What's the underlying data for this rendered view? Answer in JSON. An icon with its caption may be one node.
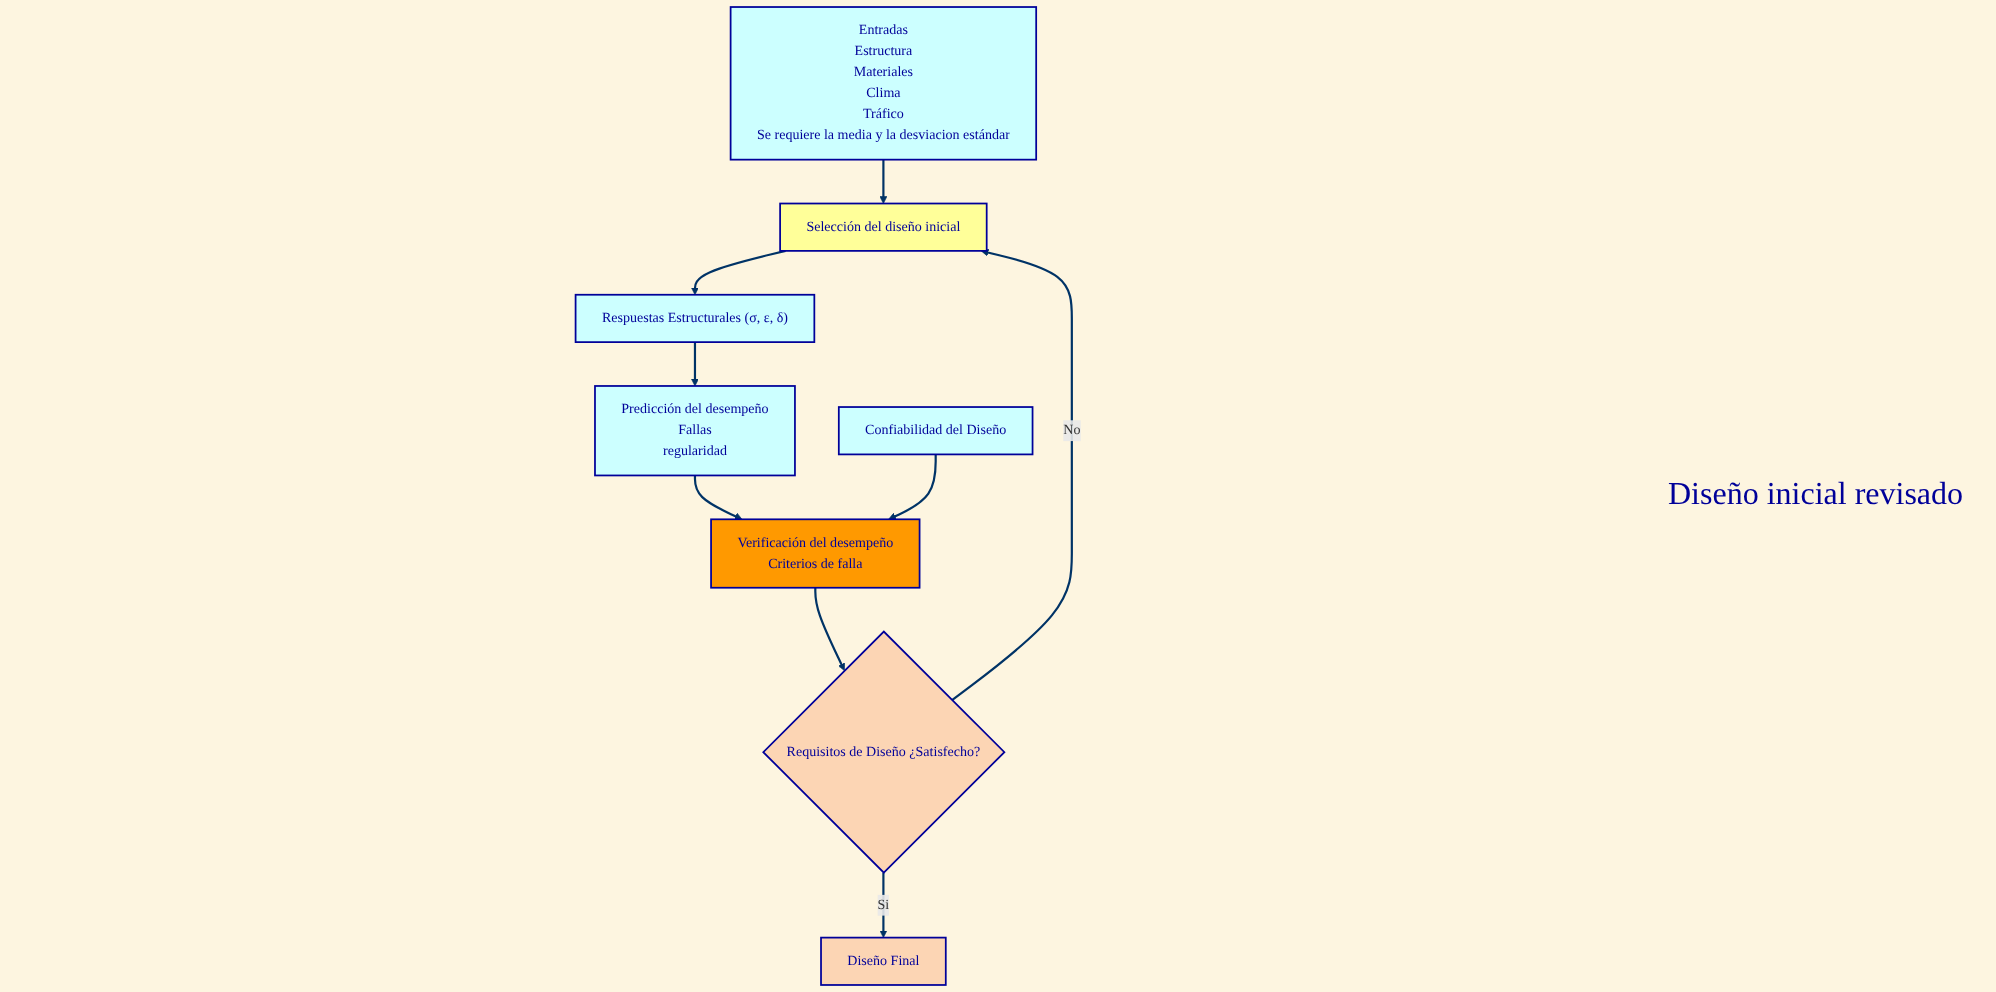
{
  "diagram": {
    "nodes": [
      {
        "text": [
          "Entradas",
          "Estructura",
          "Materiales",
          "Clima",
          "Tráfico",
          "Se requiere la media y la desviacion estándar"
        ]
      },
      {
        "text": [
          "Selección del diseño inicial"
        ]
      },
      {
        "text": [
          "Respuestas Estructurales (σ, ε, δ)"
        ]
      },
      {
        "text": [
          "Predicción del desempeño",
          "Fallas",
          "regularidad"
        ]
      },
      {
        "text": [
          "Confiabilidad del Diseño"
        ]
      },
      {
        "text": [
          "Verificación del desempeño",
          "Criterios de falla"
        ]
      },
      {
        "text": [
          "Requisitos de Diseño ¿Satisfecho?"
        ]
      },
      {
        "text": [
          "Diseño Final"
        ]
      }
    ],
    "edges": [
      {
        "from": 0,
        "to": 1,
        "arrow": "to"
      },
      {
        "from": 1,
        "to": 2,
        "arrow": "to"
      },
      {
        "from": 2,
        "to": 3,
        "arrow": "to"
      },
      {
        "from": 3,
        "to": 5,
        "arrow": "to"
      },
      {
        "from": 4,
        "to": 5,
        "arrow": "to"
      },
      {
        "from": 5,
        "to": 6,
        "arrow": "to"
      },
      {
        "from": 6,
        "to": 7,
        "label": "Si",
        "arrow": "to"
      },
      {
        "from": 6,
        "to": 1,
        "label": "No",
        "arrow": "to"
      }
    ],
    "labels": [
      "Diseño inicial revisado"
    ]
  }
}
